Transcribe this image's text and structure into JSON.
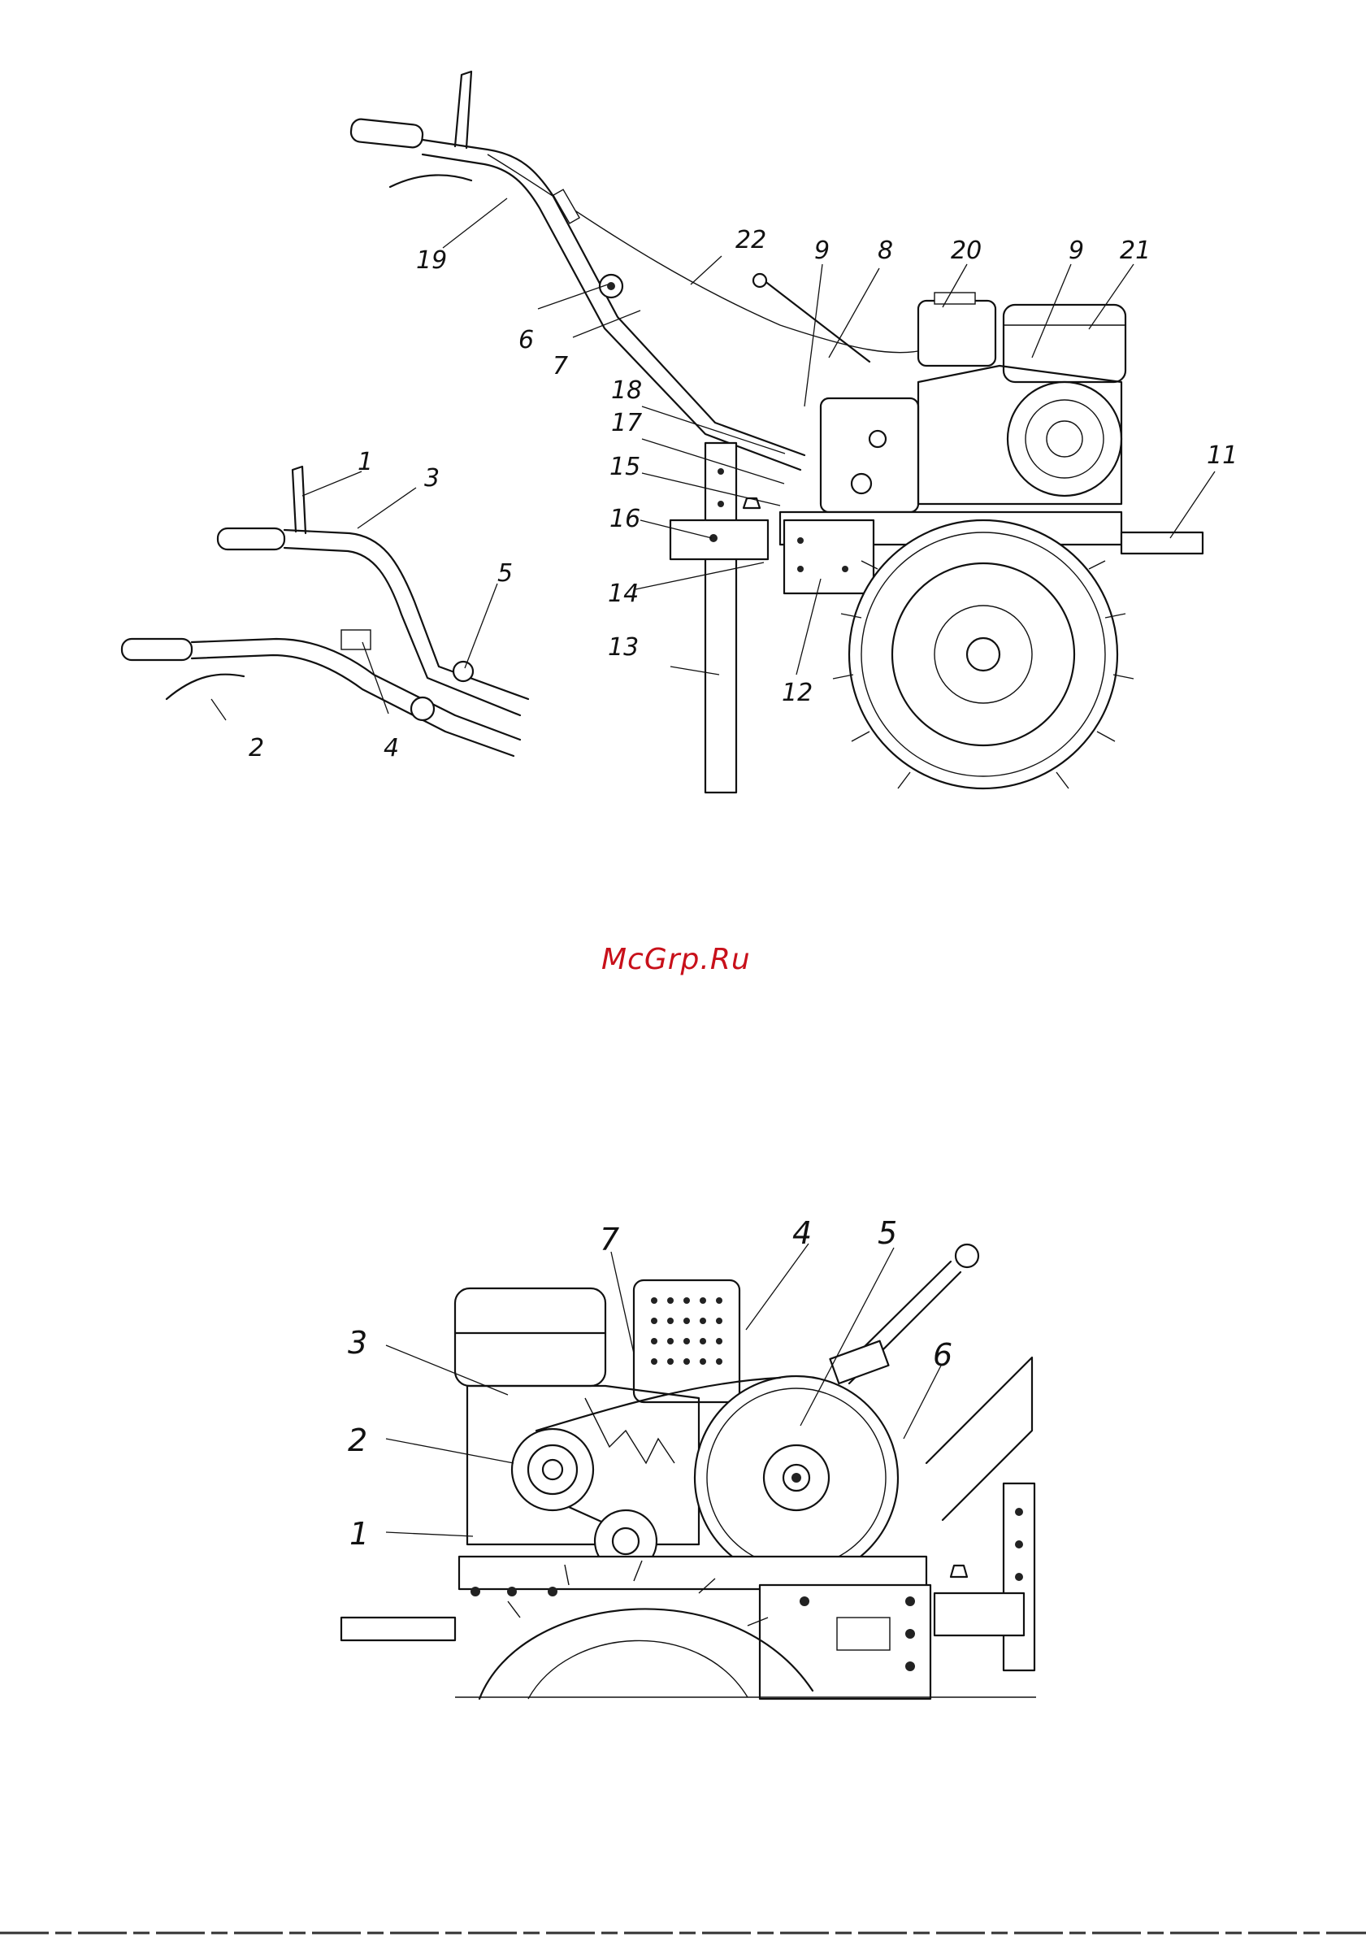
{
  "watermark": "McGrp.Ru",
  "figure_top": {
    "callouts": [
      "1",
      "2",
      "3",
      "4",
      "5",
      "6",
      "7",
      "8",
      "9",
      "9",
      "11",
      "12",
      "13",
      "14",
      "15",
      "16",
      "17",
      "18",
      "19",
      "20",
      "21",
      "22"
    ]
  },
  "figure_bottom": {
    "callouts": [
      "1",
      "2",
      "3",
      "4",
      "5",
      "6",
      "7"
    ]
  }
}
